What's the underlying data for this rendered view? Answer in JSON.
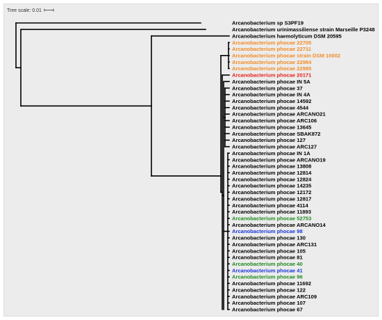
{
  "scale": {
    "label": "Tree scale: 0.01"
  },
  "colors": {
    "default": "#000000",
    "orange": "#f28c28",
    "red": "#e8221c",
    "green": "#1f8a1f",
    "blue": "#1a35d6"
  },
  "leaves": [
    {
      "label": "Arcanobacterium sp S3PF19",
      "color": "default"
    },
    {
      "label": "Arcanobacterium urinimassiliense strain Marseille P3248",
      "color": "default"
    },
    {
      "label": "Arcanobacterium haemolyticum DSM 20595",
      "color": "default"
    },
    {
      "label": "Arcanobacterium phocae 22705",
      "color": "orange"
    },
    {
      "label": "Arcanobacterium phocae 22711",
      "color": "orange"
    },
    {
      "label": "Arcanobacterium phocae strain DSM 10002",
      "color": "orange"
    },
    {
      "label": "Arcanobacterium phocae 22984",
      "color": "orange"
    },
    {
      "label": "Arcanobacterium phocae 22985",
      "color": "orange"
    },
    {
      "label": "Arcanobacterium phocae 20171",
      "color": "red"
    },
    {
      "label": "Arcanobacterium phocae IN 5A",
      "color": "default"
    },
    {
      "label": "Arcanobacterium phocae 37",
      "color": "default"
    },
    {
      "label": "Arcanobacterium phocae IN 4A",
      "color": "default"
    },
    {
      "label": "Arcanobacterium phocae 14592",
      "color": "default"
    },
    {
      "label": "Arcanobacterium phocae 4544",
      "color": "default"
    },
    {
      "label": "Arcanobacterium phocae ARCANO21",
      "color": "default"
    },
    {
      "label": "Arcanobacterium phocae ARC106",
      "color": "default"
    },
    {
      "label": "Arcanobacterium phocae 13645",
      "color": "default"
    },
    {
      "label": "Arcanobacterium phocae SBAK872",
      "color": "default"
    },
    {
      "label": "Arcanobacterium phocae 127",
      "color": "default"
    },
    {
      "label": "Arcanobacterium phocae ARC127",
      "color": "default"
    },
    {
      "label": "Arcanobacterium phocae IN 1A",
      "color": "default"
    },
    {
      "label": "Arcanobacterium phocae ARCANO19",
      "color": "default"
    },
    {
      "label": "Arcanobacterium phocae 13808",
      "color": "default"
    },
    {
      "label": "Arcanobacterium phocae 12814",
      "color": "default"
    },
    {
      "label": "Arcanobacterium phocae 12824",
      "color": "default"
    },
    {
      "label": "Arcanobacterium phocae 14235",
      "color": "default"
    },
    {
      "label": "Arcanobacterium phocae 12172",
      "color": "default"
    },
    {
      "label": "Arcanobacterium phocae 12817",
      "color": "default"
    },
    {
      "label": "Arcanobacterium phocae 4114",
      "color": "default"
    },
    {
      "label": "Arcanobacterium phocae 11893",
      "color": "default"
    },
    {
      "label": "Arcanobacterium phocae 52753",
      "color": "green"
    },
    {
      "label": "Arcanobacterium phocae ARCANO14",
      "color": "default"
    },
    {
      "label": "Arcanobacterium phocae 98",
      "color": "blue"
    },
    {
      "label": "Arcanobacterium phocae 130",
      "color": "default"
    },
    {
      "label": "Arcanobacterium phocae ARC131",
      "color": "default"
    },
    {
      "label": "Arcanobacterium phocae 105",
      "color": "default"
    },
    {
      "label": "Arcanobacterium phocae 81",
      "color": "default"
    },
    {
      "label": "Arcanobacterium phocae 40",
      "color": "green"
    },
    {
      "label": "Arcanobacterium phocae 41",
      "color": "blue"
    },
    {
      "label": "Arcanobacterium phocae 96",
      "color": "green"
    },
    {
      "label": "Arcanobacterium phocae 11692",
      "color": "default"
    },
    {
      "label": "Arcanobacterium phocae 122",
      "color": "default"
    },
    {
      "label": "Arcanobacterium phocae ARC109",
      "color": "default"
    },
    {
      "label": "Arcanobacterium phocae 107",
      "color": "default"
    },
    {
      "label": "Arcanobacterium phocae 67",
      "color": "default"
    }
  ]
}
